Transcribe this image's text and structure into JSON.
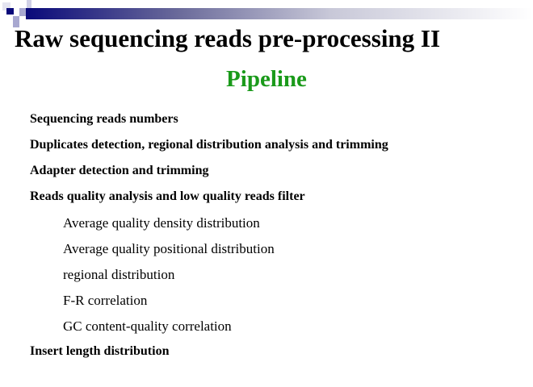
{
  "title": "Raw sequencing reads pre-processing II",
  "subtitle": "Pipeline",
  "accent": "#1a9a1a",
  "items": [
    {
      "text": "Sequencing reads numbers",
      "level": 1
    },
    {
      "text": "Duplicates  detection, regional distribution analysis and trimming",
      "level": 1
    },
    {
      "text": "Adapter detection and trimming",
      "level": 1
    },
    {
      "text": "Reads quality analysis and low quality reads filter",
      "level": 1
    },
    {
      "text": "Average quality density distribution",
      "level": 2
    },
    {
      "text": "Average quality positional distribution",
      "level": 2
    },
    {
      "text": "regional distribution",
      "level": 2
    },
    {
      "text": "F-R correlation",
      "level": 2
    },
    {
      "text": "GC content-quality correlation",
      "level": 2
    },
    {
      "text": "Insert length distribution",
      "level": 1
    }
  ]
}
